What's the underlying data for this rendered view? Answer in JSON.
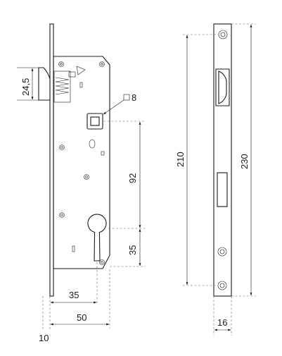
{
  "diagram": {
    "front_view": {
      "label_backset": "50",
      "label_cylinder_offset": "35",
      "label_faceplate_edge": "10",
      "label_latch_height": "24,5",
      "label_spindle_square": "8",
      "label_handle_to_cylinder": "92",
      "label_cylinder_to_bottom": "35"
    },
    "side_view": {
      "label_screw_distance": "210",
      "label_faceplate_length": "230",
      "label_faceplate_width": "16"
    }
  }
}
